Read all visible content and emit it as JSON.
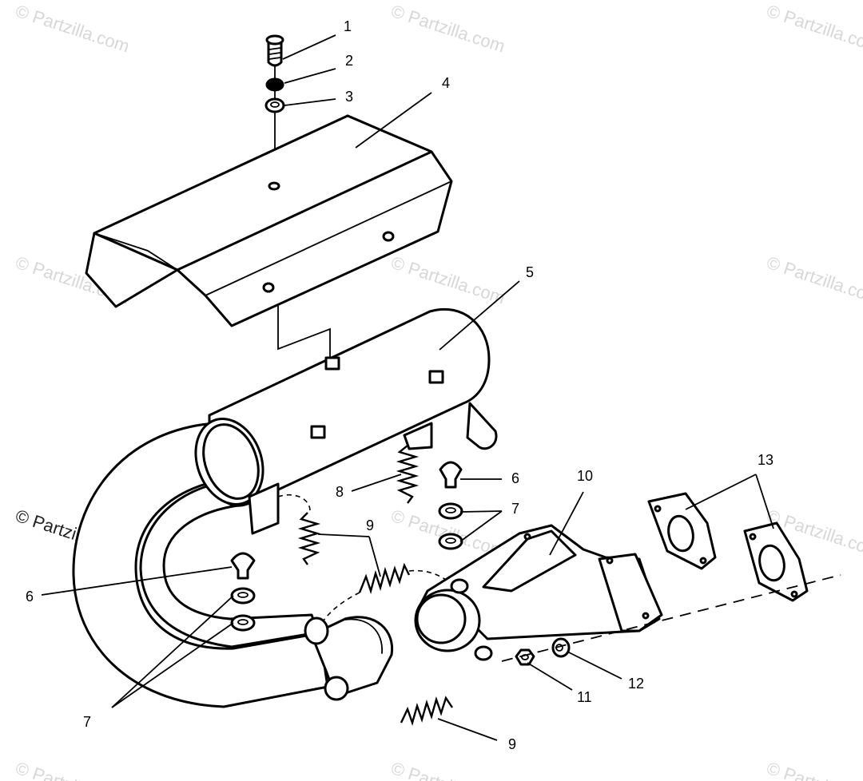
{
  "watermark_text": "© Partzilla.com",
  "callouts": {
    "c1": "1",
    "c2": "2",
    "c3": "3",
    "c4": "4",
    "c5": "5",
    "c6a": "6",
    "c6b": "6",
    "c7a": "7",
    "c7b": "7",
    "c8": "8",
    "c9a": "9",
    "c9b": "9",
    "c10": "10",
    "c11": "11",
    "c12": "12",
    "c13": "13"
  }
}
